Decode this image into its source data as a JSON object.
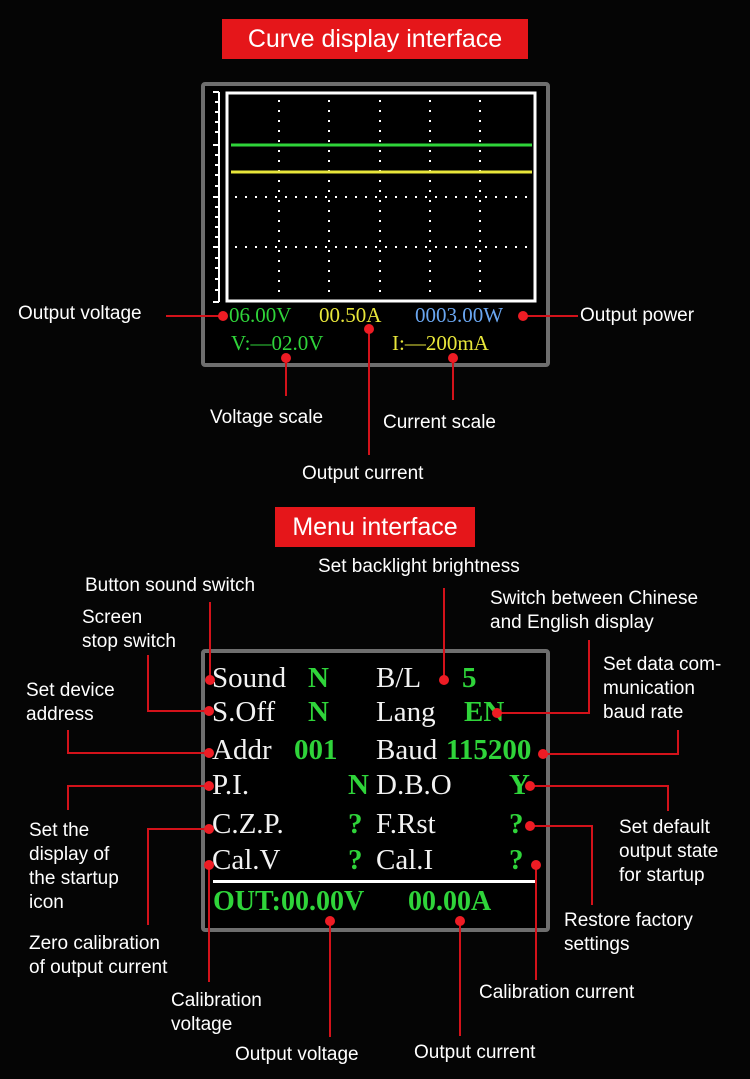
{
  "curve_section": {
    "title": "Curve display interface",
    "screen": {
      "voltage": "06.00V",
      "current": "00.50A",
      "power": "0003.00W",
      "voltage_scale": "V:—02.0V",
      "current_scale": "I:—200mA"
    },
    "callouts": {
      "output_voltage": "Output voltage",
      "output_power": "Output power",
      "voltage_scale": "Voltage scale",
      "current_scale": "Current scale",
      "output_current": "Output current"
    },
    "colors": {
      "voltage": "#2fd43a",
      "current": "#e8e63a",
      "power": "#6aa6f0"
    }
  },
  "menu_section": {
    "title": "Menu interface",
    "screen": {
      "rows": [
        {
          "left_key": "Sound",
          "left_val": "N",
          "right_key": "B/L",
          "right_val": "5"
        },
        {
          "left_key": "S.Off",
          "left_val": "N",
          "right_key": "Lang",
          "right_val": "EN"
        },
        {
          "left_key": "Addr",
          "left_val": "001",
          "right_key": "Baud",
          "right_val": "115200"
        },
        {
          "left_key": "P.I.",
          "left_val": "N",
          "right_key": "D.B.O",
          "right_val": "Y"
        },
        {
          "left_key": "C.Z.P.",
          "left_val": "?",
          "right_key": "F.Rst",
          "right_val": "?"
        },
        {
          "left_key": "Cal.V",
          "left_val": "?",
          "right_key": "Cal.I",
          "right_val": "?"
        }
      ],
      "out_label": "OUT:",
      "out_voltage": "00.00V",
      "out_current": "00.00A"
    },
    "callouts": {
      "button_sound": "Button sound switch",
      "screen_stop": "Screen\nstop switch",
      "device_address": "Set device\naddress",
      "startup_icon": "Set the\ndisplay of\nthe startup\nicon",
      "zero_cal": "Zero calibration\nof output current",
      "cal_voltage": "Calibration\nvoltage",
      "output_voltage": "Output voltage",
      "backlight": "Set backlight brightness",
      "language": "Switch between Chinese\nand English display",
      "baud": "Set data com-\nmunication\nbaud rate",
      "default_output": "Set default\noutput state\nfor startup",
      "factory_reset": "Restore factory\nsettings",
      "cal_current": "Calibration current",
      "output_current": "Output current"
    }
  }
}
